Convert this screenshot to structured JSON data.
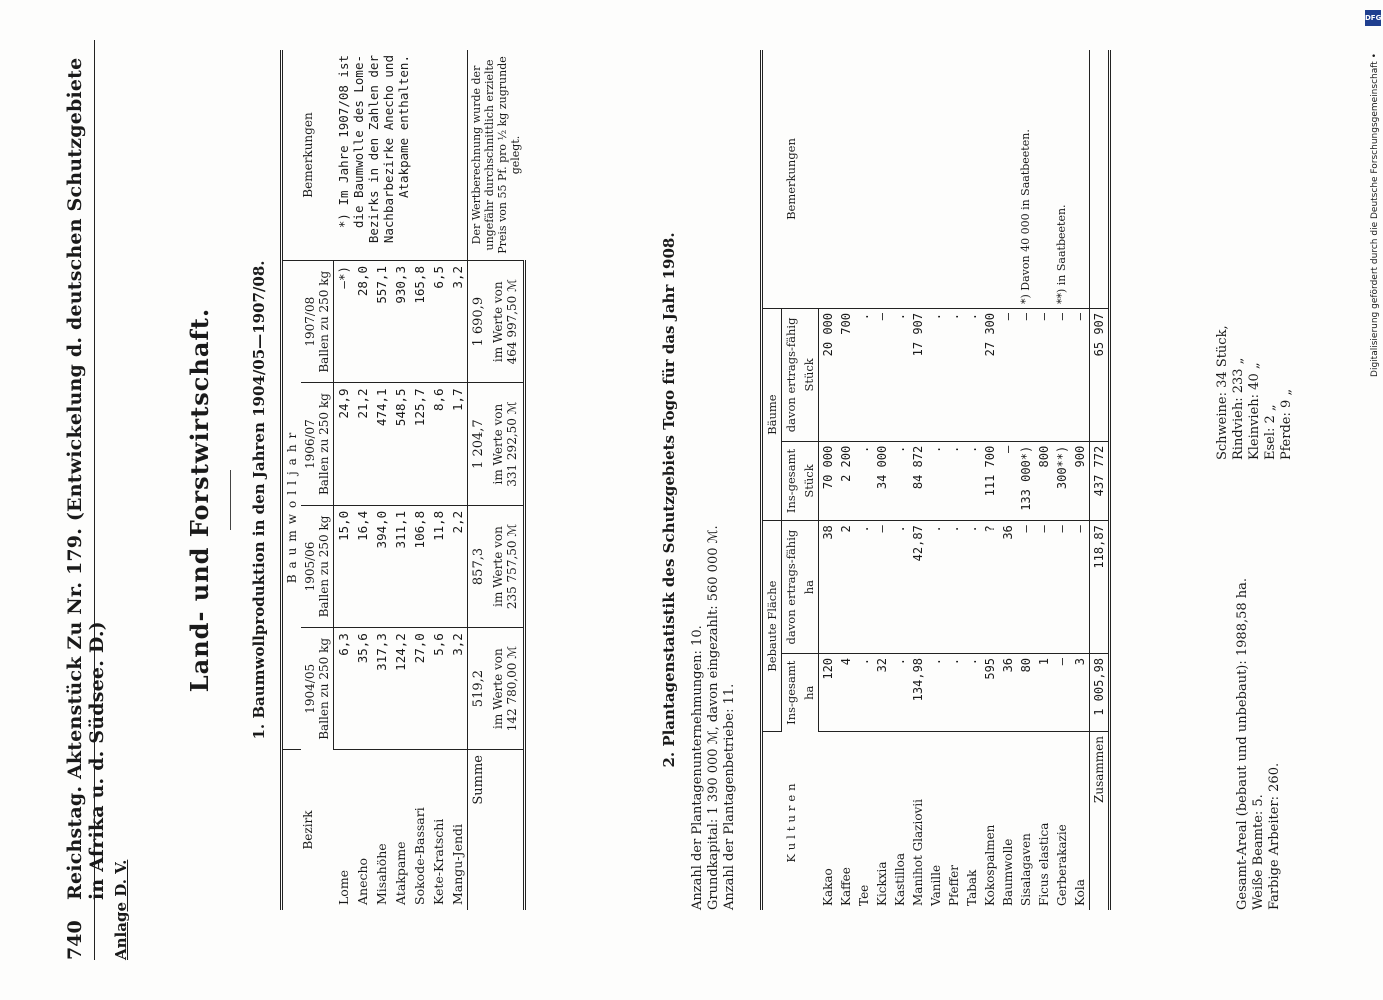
{
  "header": {
    "page_number": "740",
    "title": "Reichstag. Aktenstück Zu Nr. 179. (Entwickelung d. deutschen Schutzgebiete in Afrika u. d. Südsee. D.)",
    "right": ""
  },
  "anlage": "Anlage D. V.",
  "main_title": "Land- und Forstwirtschaft.",
  "section1": {
    "heading": "1. Baumwollproduktion in den Jahren 1904/05—1907/08.",
    "col_bezirk": "Bezirk",
    "col_group": "Baumwolljahr",
    "col_remarks": "Bemerkungen",
    "years": [
      "1904/05",
      "1905/06",
      "1906/07",
      "1907/08"
    ],
    "unit": "Ballen zu 250 kg",
    "rows": [
      {
        "name": "Lome",
        "v": [
          "6,3",
          "15,0",
          "24,9",
          "—*)"
        ]
      },
      {
        "name": "Anecho",
        "v": [
          "35,6",
          "16,4",
          "21,2",
          "28,0"
        ]
      },
      {
        "name": "Misahöhe",
        "v": [
          "317,3",
          "394,0",
          "474,1",
          "557,1"
        ]
      },
      {
        "name": "Atakpame",
        "v": [
          "124,2",
          "311,1",
          "548,5",
          "930,3"
        ]
      },
      {
        "name": "Sokode-Bassari",
        "v": [
          "27,0",
          "106,8",
          "125,7",
          "165,8"
        ]
      },
      {
        "name": "Kete-Kratschi",
        "v": [
          "5,6",
          "11,8",
          "8,6",
          "6,5"
        ]
      },
      {
        "name": "Mangu-Jendi",
        "v": [
          "3,2",
          "2,2",
          "1,7",
          "3,2"
        ]
      }
    ],
    "sum_label": "Summe",
    "sums": [
      "519,2",
      "857,3",
      "1 204,7",
      "1 690,9"
    ],
    "value_prefix": "im Werte von",
    "values": [
      "142 780,00 ℳ",
      "235 757,50 ℳ",
      "331 292,50 ℳ",
      "464 997,50 ℳ"
    ],
    "remark1": "*) Im Jahre 1907/08 ist die Baumwolle des Lome-Bezirks in den Zahlen der Nachbarbezirke Anecho und Atakpame enthalten.",
    "remark2": "Der Wertberechnung wurde der ungefähr durchschnittlich erzielte Preis von 55 Pf. pro ½ kg zugrunde gelegt."
  },
  "section2": {
    "heading": "2. Plantagenstatistik des Schutzgebiets Togo für das Jahr 1908.",
    "facts": [
      "Anzahl der Plantagenunternehmungen: 10.",
      "Grundkapital: 1 390 000 ℳ, davon eingezahlt: 560 000 ℳ.",
      "Anzahl der Plantagenbetriebe: 11."
    ],
    "col_kulturen": "Kulturen",
    "col_flaeche": "Bebaute Fläche",
    "col_baeume": "Bäume",
    "col_remarks": "Bemerkungen",
    "sub_ins": "Ins-gesamt",
    "sub_davon": "davon ertrags-fähig",
    "unit_ha": "ha",
    "unit_stueck": "Stück",
    "rows": [
      {
        "name": "Kakao",
        "v": [
          "120",
          "38",
          "70 000",
          "20 000"
        ]
      },
      {
        "name": "Kaffee",
        "v": [
          "4",
          "2",
          "2 200",
          "700"
        ]
      },
      {
        "name": "Tee",
        "v": [
          ".",
          ".",
          ".",
          "."
        ]
      },
      {
        "name": "Kickxia",
        "v": [
          "32",
          "—",
          "34 000",
          "—"
        ]
      },
      {
        "name": "Kastilloa",
        "v": [
          ".",
          ".",
          ".",
          "."
        ]
      },
      {
        "name": "Manihot Glaziovii",
        "v": [
          "134,98",
          "42,87",
          "84 872",
          "17 907"
        ]
      },
      {
        "name": "Vanille",
        "v": [
          ".",
          ".",
          ".",
          "."
        ]
      },
      {
        "name": "Pfeffer",
        "v": [
          ".",
          ".",
          ".",
          "."
        ]
      },
      {
        "name": "Tabak",
        "v": [
          ".",
          ".",
          ".",
          "."
        ]
      },
      {
        "name": "Kokospalmen",
        "v": [
          "595",
          "?",
          "111 700",
          "27 300"
        ]
      },
      {
        "name": "Baumwolle",
        "v": [
          "36",
          "36",
          "—",
          "—"
        ]
      },
      {
        "name": "Sisalagaven",
        "v": [
          "80",
          "—",
          "133 000*)",
          "—"
        ]
      },
      {
        "name": "Ficus elastica",
        "v": [
          "1",
          "—",
          "800",
          "—"
        ]
      },
      {
        "name": "Gerberakazie",
        "v": [
          "—",
          "—",
          "300**)",
          "—"
        ]
      },
      {
        "name": "Kola",
        "v": [
          "3",
          "—",
          "900",
          "—"
        ]
      }
    ],
    "total_label": "Zusammen",
    "totals": [
      "1 005,98",
      "118,87",
      "437 772",
      "65 907"
    ],
    "remark_a": "*) Davon 40 000 in Saatbeeten.",
    "remark_b": "**) in Saatbeeten."
  },
  "footer": {
    "left": [
      "Gesamt-Areal (bebaut und unbebaut): 1988,58 ha.",
      "Weiße Beamte: 5.",
      "Farbige Arbeiter: 260."
    ],
    "right": [
      "Schweine: 34 Stück,",
      "Rindvieh: 233 „",
      "Kleinvieh: 40 „",
      "Esel: 2 „",
      "Pferde: 9 „"
    ]
  },
  "dfg": {
    "logo": "DFG",
    "credit": "Digitalisierung gefördert durch die Deutsche Forschungsgemeinschaft •"
  }
}
